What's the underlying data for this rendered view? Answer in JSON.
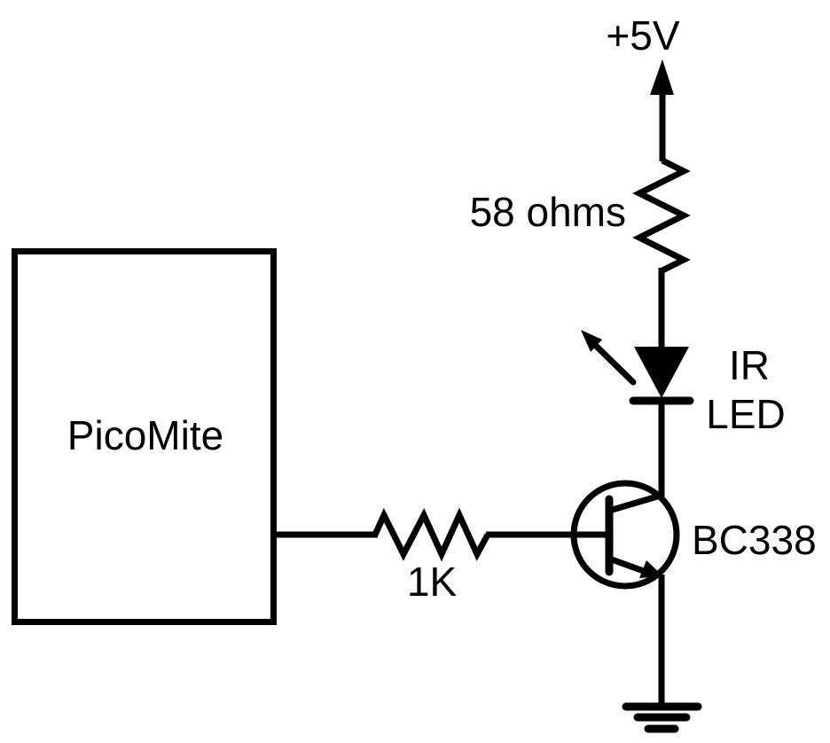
{
  "page": {
    "background_color": "#ffffff",
    "ink_color": "#000000"
  },
  "schematic": {
    "power_label": "+5V",
    "series_resistor_label": "58 ohms",
    "led_label_line1": "IR",
    "led_label_line2": "LED",
    "transistor_label": "BC338",
    "base_resistor_label": "1K",
    "mcu_label": "PicoMite"
  }
}
